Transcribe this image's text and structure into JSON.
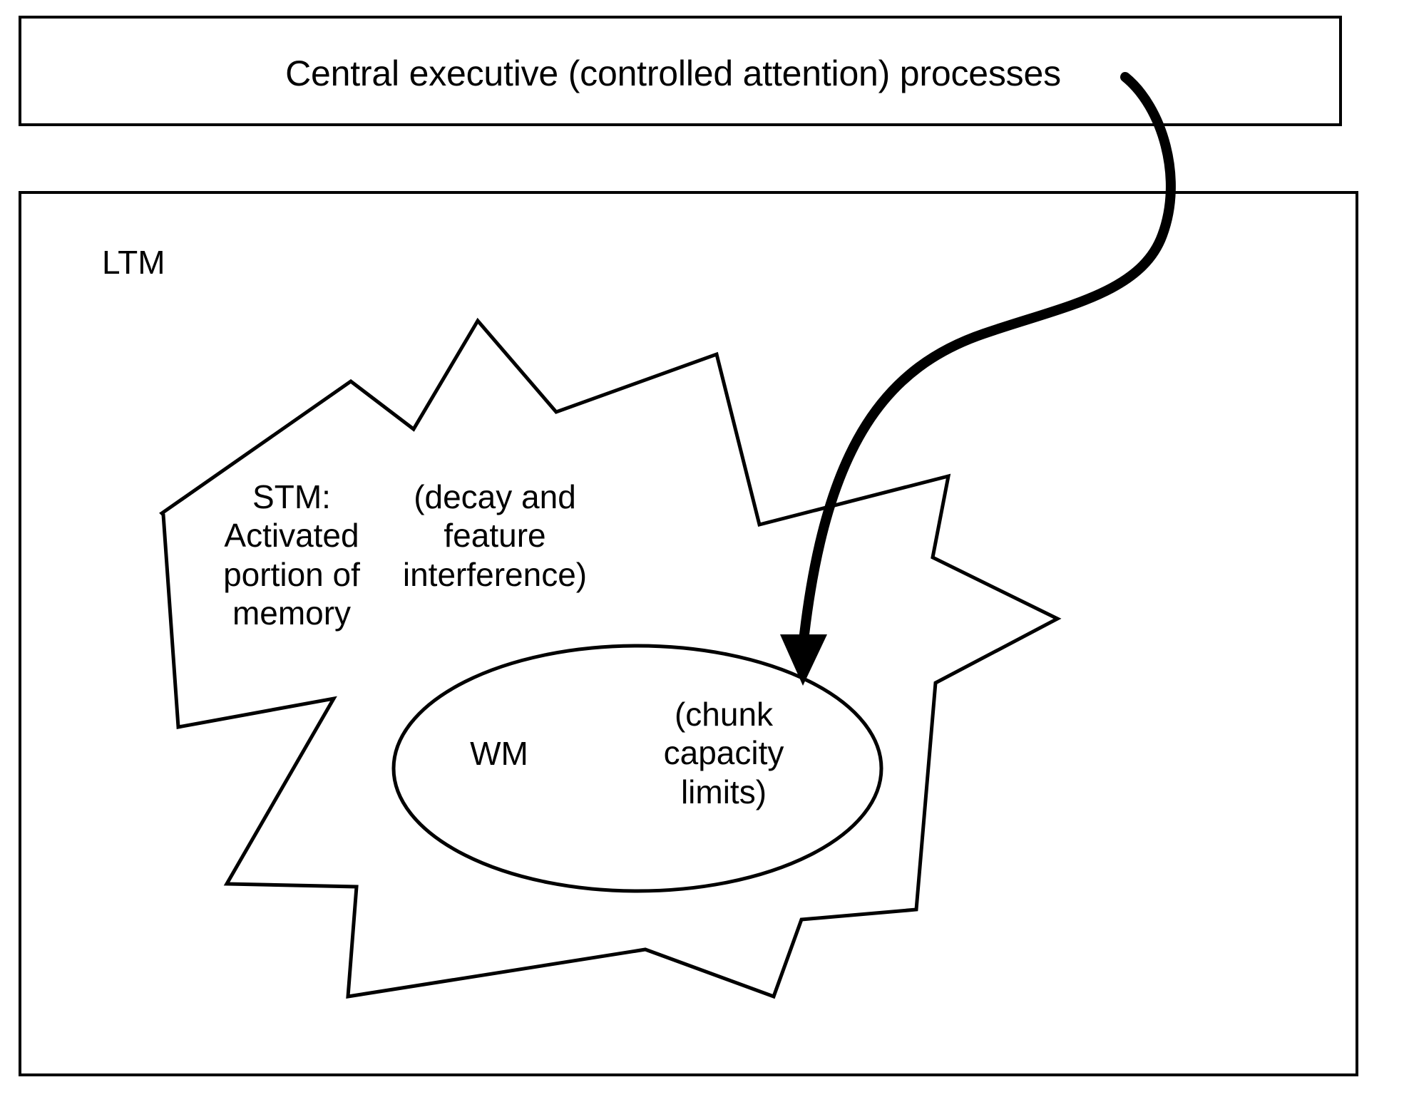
{
  "diagram": {
    "title_box": {
      "label": "Central executive (controlled attention) processes"
    },
    "ltm_box": {
      "label": "LTM"
    },
    "stm_burst": {
      "label": "STM:\nActivated\nportion of\nmemory",
      "annotation": "(decay and\nfeature\ninterference)"
    },
    "wm_ellipse": {
      "label": "WM",
      "annotation": "(chunk\ncapacity\nlimits)"
    },
    "arrow": {
      "name": "central-executive-to-wm-arrow"
    },
    "colors": {
      "stroke": "#000000",
      "background": "#ffffff"
    }
  }
}
